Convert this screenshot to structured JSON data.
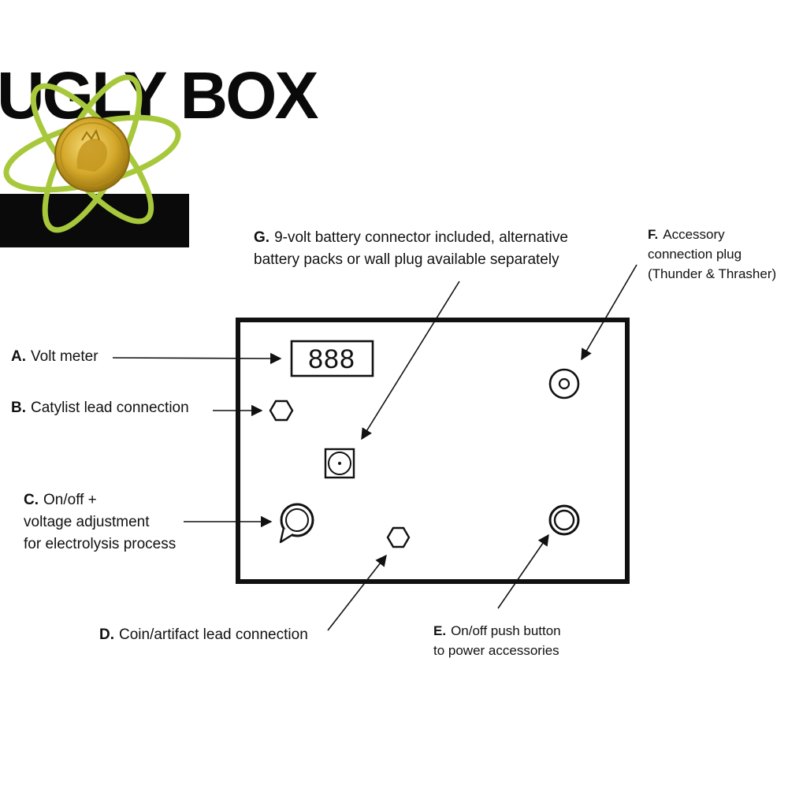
{
  "logo": {
    "text": "UGLY BOX",
    "colors": {
      "black": "#0a0a0a",
      "orbit": "#a8c83c",
      "coin": "#d4a82a"
    },
    "icon": "coin-atom-logo"
  },
  "box": {
    "meter_display": "888"
  },
  "labels": {
    "a": {
      "key": "A.",
      "lines": [
        "Volt meter"
      ]
    },
    "b": {
      "key": "B.",
      "lines": [
        "Catylist lead connection"
      ]
    },
    "c": {
      "key": "C.",
      "lines": [
        "On/off +",
        "voltage adjustment",
        "for electrolysis process"
      ]
    },
    "d": {
      "key": "D.",
      "lines": [
        "Coin/artifact lead connection"
      ]
    },
    "e": {
      "key": "E.",
      "lines": [
        "On/off push button",
        "to power accessories"
      ]
    },
    "f": {
      "key": "F.",
      "lines": [
        "Accessory",
        "connection plug",
        "(Thunder & Thrasher)"
      ]
    },
    "g": {
      "key": "G.",
      "lines": [
        "9-volt battery connector included, alternative",
        "battery packs or wall plug available separately"
      ]
    }
  }
}
